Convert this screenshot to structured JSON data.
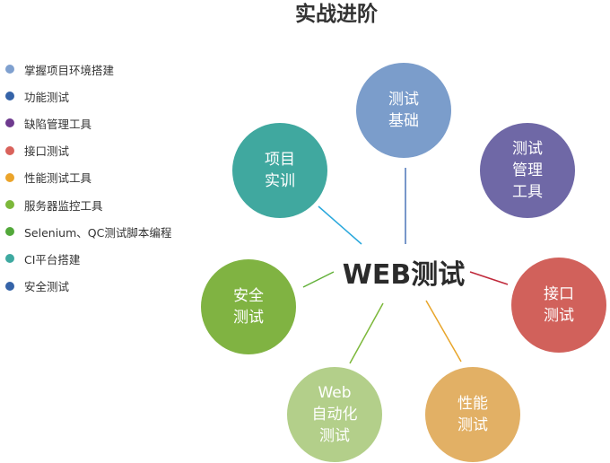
{
  "title": "实战进阶",
  "legend": [
    {
      "label": "掌握项目环境搭建",
      "color": "#7fa0cf"
    },
    {
      "label": "功能测试",
      "color": "#3563a8"
    },
    {
      "label": "缺陷管理工具",
      "color": "#6e3a8e"
    },
    {
      "label": "接口测试",
      "color": "#d9625b"
    },
    {
      "label": "性能测试工具",
      "color": "#eba42a"
    },
    {
      "label": "服务器监控工具",
      "color": "#7cb83a"
    },
    {
      "label": "Selenium、QC测试脚本编程",
      "color": "#52a83a"
    },
    {
      "label": "CI平台搭建",
      "color": "#3ea9a0"
    },
    {
      "label": "安全测试",
      "color": "#3563a8"
    }
  ],
  "center": "WEB测试",
  "nodes": [
    {
      "label": "测试\n基础",
      "color": "#7b9dcb",
      "line": "#4a74b8"
    },
    {
      "label": "测试\n管理\n工具",
      "color": "#6f68a6",
      "line": ""
    },
    {
      "label": "接口\n测试",
      "color": "#d1615b",
      "line": "#c0283a"
    },
    {
      "label": "性能\n测试",
      "color": "#e2b065",
      "line": "#e8a52a"
    },
    {
      "label": "Web\n自动化\n测试",
      "color": "#b3cf8a",
      "line": "#7cb83a"
    },
    {
      "label": "安全\n测试",
      "color": "#80b342",
      "line": "#63b13a"
    },
    {
      "label": "项目\n实训",
      "color": "#40a89f",
      "line": "#2aa8dc"
    }
  ]
}
